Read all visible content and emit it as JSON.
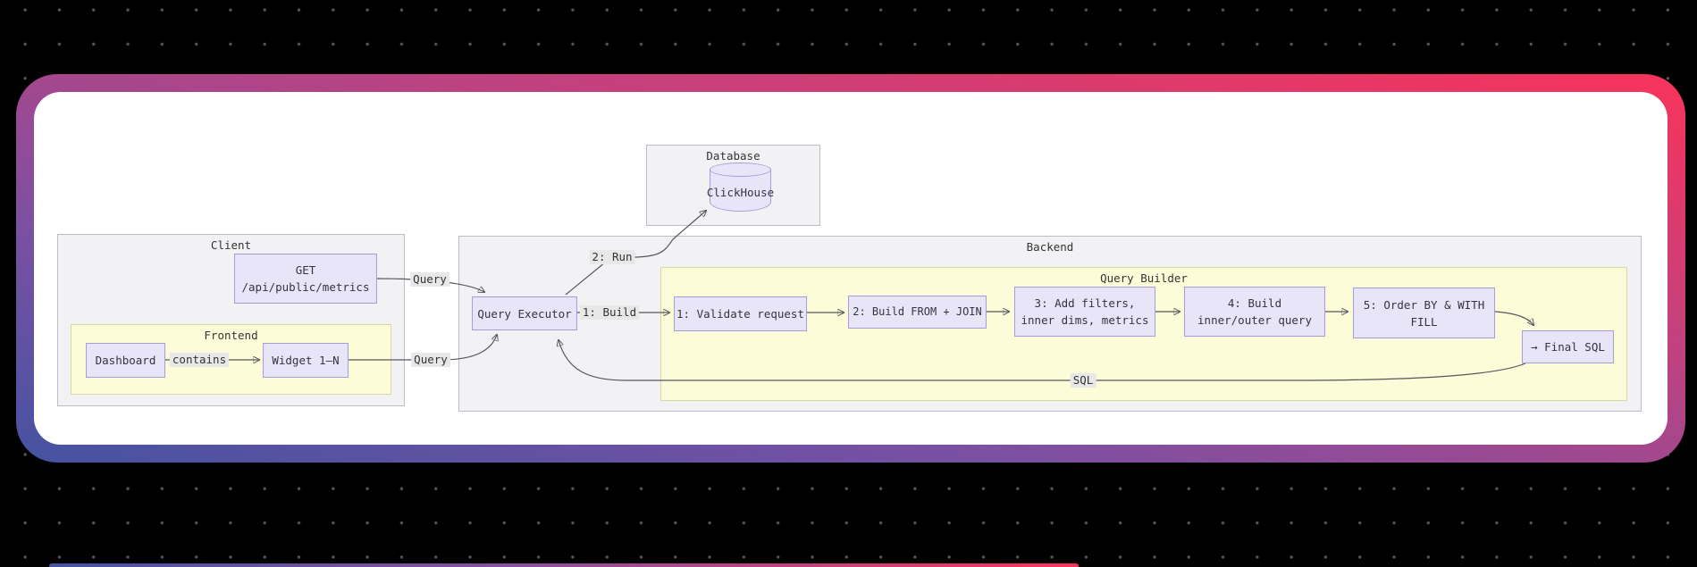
{
  "diagram": {
    "subgraphs": {
      "database": {
        "label": "Database"
      },
      "client": {
        "label": "Client"
      },
      "frontend": {
        "label": "Frontend"
      },
      "backend": {
        "label": "Backend"
      },
      "query_builder": {
        "label": "Query Builder"
      }
    },
    "nodes": {
      "clickhouse": {
        "label": "ClickHouse"
      },
      "get_endpoint": {
        "line1": "GET",
        "line2": "/api/public/metrics"
      },
      "dashboard": {
        "label": "Dashboard"
      },
      "widget": {
        "label": "Widget 1–N"
      },
      "query_executor": {
        "label": "Query Executor"
      },
      "step1": {
        "label": "1: Validate request"
      },
      "step2": {
        "label": "2: Build FROM + JOIN"
      },
      "step3": {
        "line1": "3: Add filters,",
        "line2": "inner dims, metrics"
      },
      "step4": {
        "line1": "4: Build",
        "line2": "inner/outer query"
      },
      "step5": {
        "line1": "5: Order BY & WITH",
        "line2": "FILL"
      },
      "final_sql": {
        "label": "→ Final SQL"
      }
    },
    "edge_labels": {
      "query_top": "Query",
      "query_bottom": "Query",
      "contains": "contains",
      "build": "1: Build",
      "run": "2: Run",
      "sql": "SQL"
    },
    "colors": {
      "node_fill": "#e8e5f9",
      "node_border": "#a79cdb",
      "subgraph_gray": "#f2f2f5",
      "subgraph_yellow": "#fdfcd8",
      "edge": "#55555f",
      "edge_label_bg": "#e8e8e8",
      "card_gradient_start": "#4553a1",
      "card_gradient_end": "#f8335b",
      "background": "#000000"
    }
  }
}
